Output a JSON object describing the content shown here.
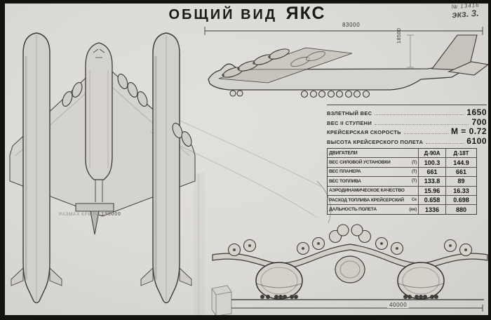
{
  "title": {
    "prefix": "ОБЩИЙ ВИД",
    "designation": "ЯКС"
  },
  "stamp": {
    "line1": "№ 13416",
    "line2": "экз. 3."
  },
  "side_view": {
    "length_dim": "83000",
    "height_dim": "18500"
  },
  "plan_view": {
    "wingspan_label": "РАЗМАХ КРЫЛА",
    "wingspan_dim": "136000"
  },
  "front_view": {
    "track_dim": "40000"
  },
  "specs": [
    {
      "label": "ВЗЛЕТНЫЙ ВЕС",
      "value": "1650"
    },
    {
      "label": "ВЕС II СТУПЕНИ",
      "value": "700"
    },
    {
      "label": "КРЕЙСЕРСКАЯ СКОРОСТЬ",
      "value": "М = 0.72"
    },
    {
      "label": "ВЫСОТА КРЕЙСЕРСКОГО ПОЛЕТА",
      "value": "6100"
    }
  ],
  "engine_table": {
    "header": {
      "label": "ДВИГАТЕЛИ",
      "engine1": "Д-90А",
      "engine2": "Д-18Т"
    },
    "rows": [
      {
        "label": "ВЕС СИЛОВОЙ УСТАНОВКИ",
        "unit": "(Т)",
        "v1": "100.3",
        "v2": "144.9"
      },
      {
        "label": "ВЕС ПЛАНЕРА",
        "unit": "(Т)",
        "v1": "661",
        "v2": "661"
      },
      {
        "label": "ВЕС ТОПЛИВА",
        "unit": "(Т)",
        "v1": "133.8",
        "v2": "89"
      },
      {
        "label": "АЭРОДИНАМИЧЕСКОЕ КАЧЕСТВО",
        "unit": "",
        "v1": "15.96",
        "v2": "16.33"
      },
      {
        "label": "РАСХОД ТОПЛИВА КРЕЙСЕРСКИЙ",
        "unit": "Се",
        "v1": "0.658",
        "v2": "0.698"
      },
      {
        "label": "ДАЛЬНОСТЬ ПОЛЕТА",
        "unit": "(км)",
        "v1": "1336",
        "v2": "880"
      }
    ]
  },
  "colors": {
    "paper": "#dcdad5",
    "ink": "#1b1a18",
    "line": "#3c3a35"
  }
}
